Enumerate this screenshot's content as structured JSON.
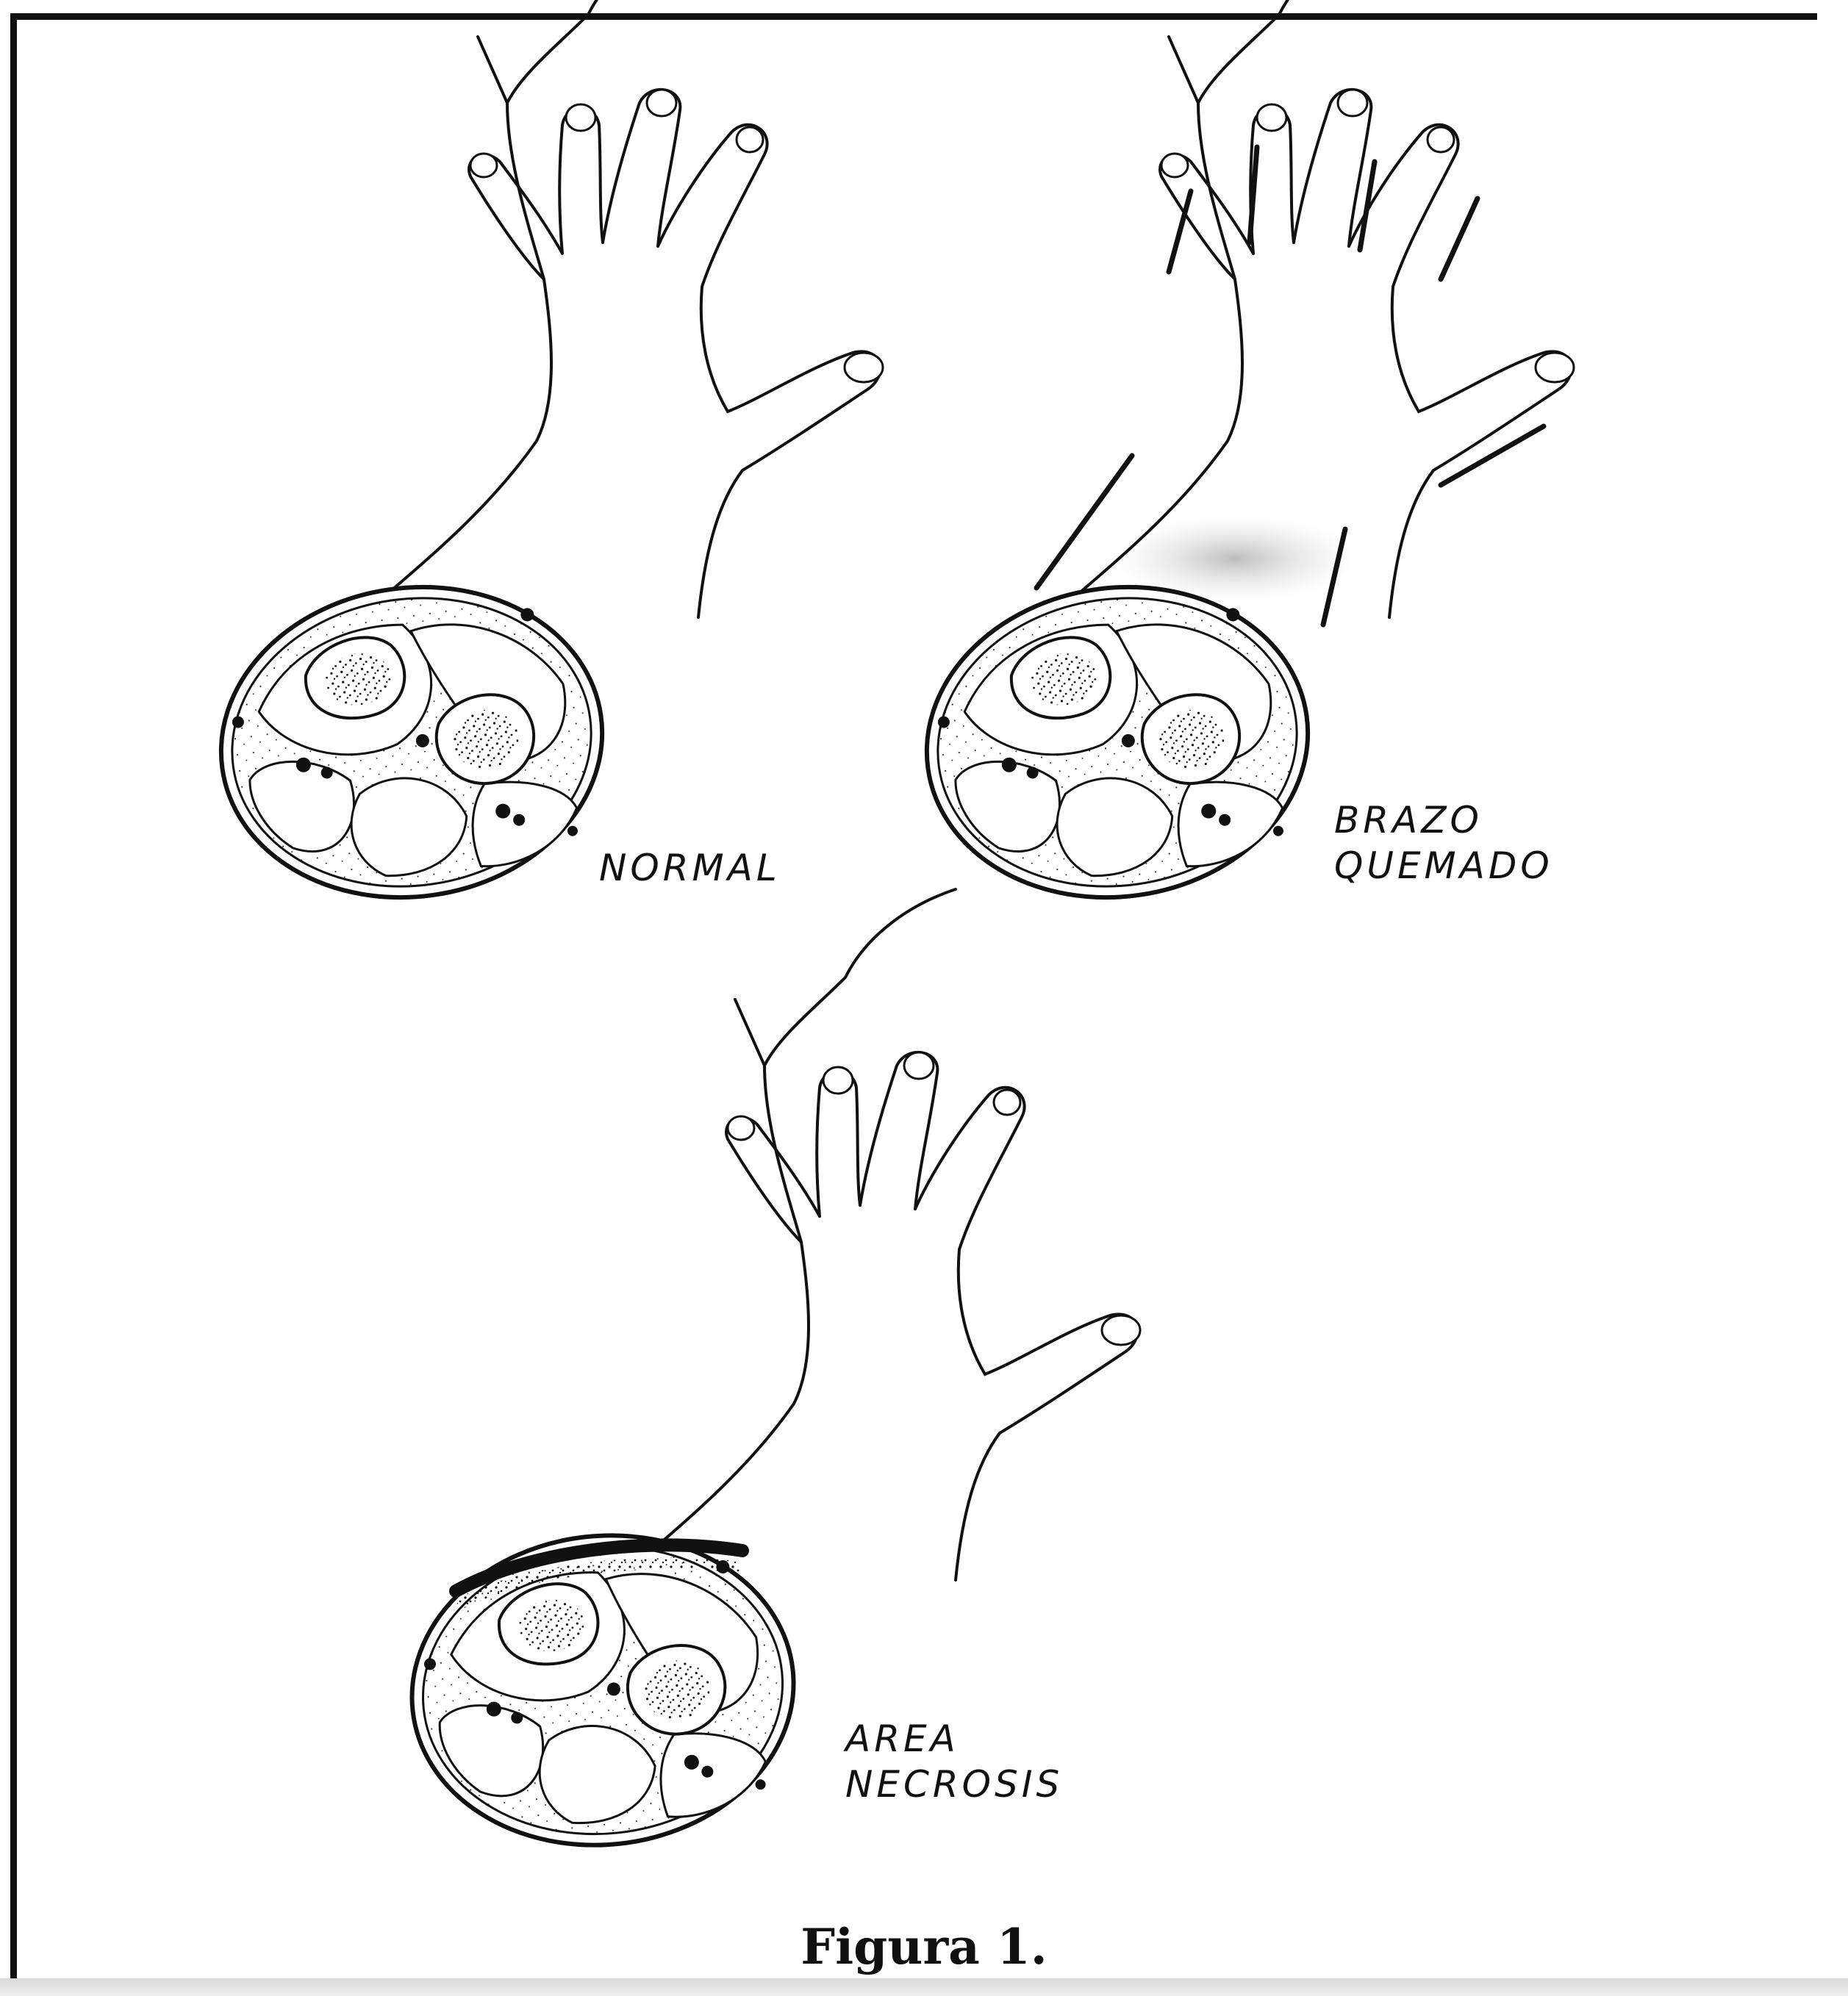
{
  "figure": {
    "caption": "Figura 1.",
    "panels": [
      {
        "id": "normal",
        "label_lines": [
          "NORMAL"
        ]
      },
      {
        "id": "burned",
        "label_lines": [
          "BRAZO",
          "QUEMADO"
        ]
      },
      {
        "id": "necrosis",
        "label_lines": [
          "AREA",
          "NECROSIS"
        ]
      }
    ]
  }
}
